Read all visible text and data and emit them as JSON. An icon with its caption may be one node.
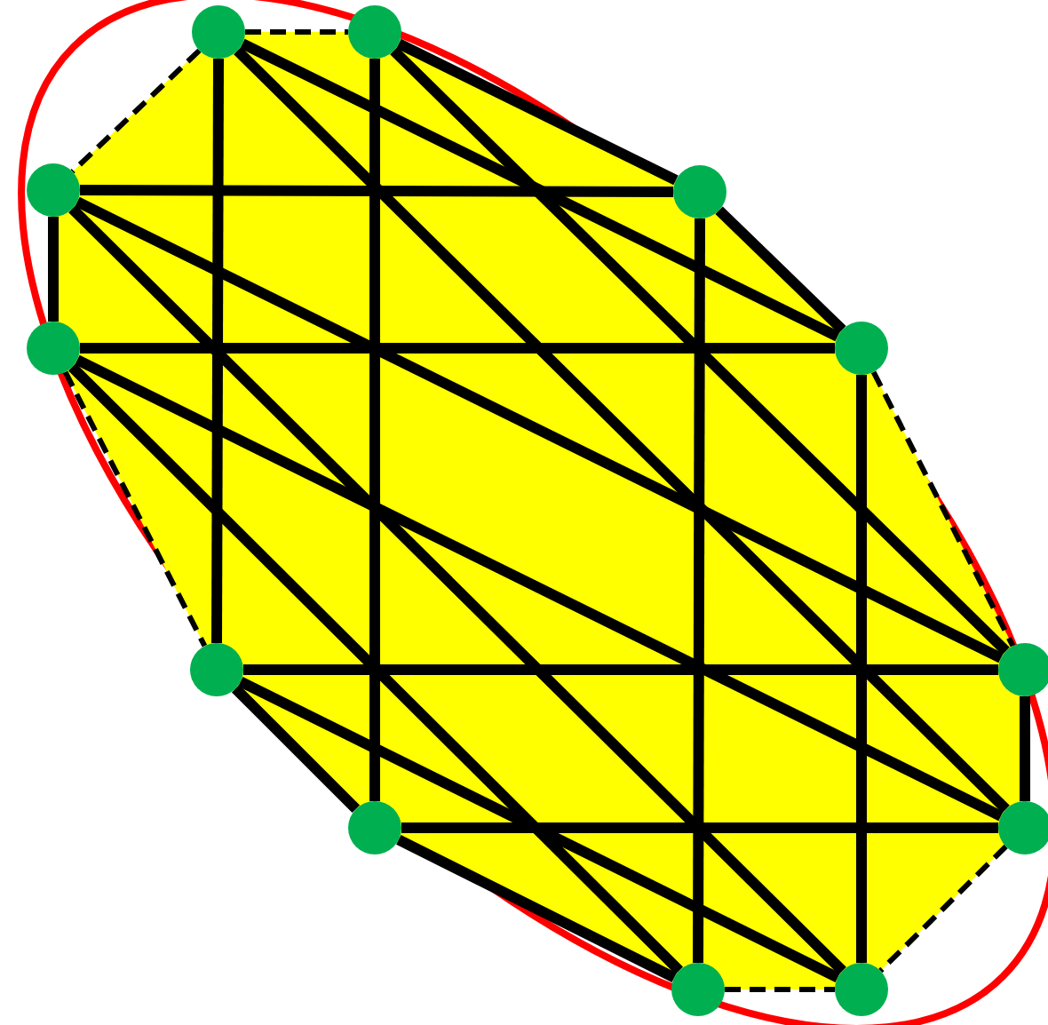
{
  "diagram": {
    "nodes": [
      {
        "text": [],
        "shape": "circle"
      },
      {
        "text": [],
        "shape": "circle"
      },
      {
        "text": [],
        "shape": "circle"
      },
      {
        "text": [],
        "shape": "circle"
      },
      {
        "text": [],
        "shape": "circle"
      },
      {
        "text": [],
        "shape": "circle"
      },
      {
        "text": [],
        "shape": "circle"
      },
      {
        "text": [],
        "shape": "circle"
      },
      {
        "text": [],
        "shape": "circle"
      },
      {
        "text": [],
        "shape": "circle"
      },
      {
        "text": [],
        "shape": "circle"
      },
      {
        "text": [],
        "shape": "circle"
      }
    ],
    "edges": [
      {
        "from": 0,
        "to": 1,
        "arrow": "none",
        "style": "dashed"
      },
      {
        "from": 0,
        "to": 2,
        "arrow": "none",
        "style": "dashed"
      },
      {
        "from": 4,
        "to": 6,
        "arrow": "none",
        "style": "dashed"
      },
      {
        "from": 5,
        "to": 7,
        "arrow": "none",
        "style": "dashed"
      },
      {
        "from": 9,
        "to": 11,
        "arrow": "none",
        "style": "dashed"
      },
      {
        "from": 10,
        "to": 11,
        "arrow": "none",
        "style": "dashed"
      },
      {
        "from": 2,
        "to": 4,
        "arrow": "none"
      },
      {
        "from": 1,
        "to": 3,
        "arrow": "none"
      },
      {
        "from": 3,
        "to": 5,
        "arrow": "none"
      },
      {
        "from": 7,
        "to": 9,
        "arrow": "none"
      },
      {
        "from": 6,
        "to": 8,
        "arrow": "none"
      },
      {
        "from": 8,
        "to": 10,
        "arrow": "none"
      },
      {
        "from": 2,
        "to": 3,
        "arrow": "none"
      },
      {
        "from": 4,
        "to": 5,
        "arrow": "none"
      },
      {
        "from": 6,
        "to": 7,
        "arrow": "none"
      },
      {
        "from": 8,
        "to": 9,
        "arrow": "none"
      },
      {
        "from": 0,
        "to": 6,
        "arrow": "none"
      },
      {
        "from": 1,
        "to": 8,
        "arrow": "none"
      },
      {
        "from": 3,
        "to": 10,
        "arrow": "none"
      },
      {
        "from": 5,
        "to": 11,
        "arrow": "none"
      },
      {
        "from": 0,
        "to": 5,
        "arrow": "none"
      },
      {
        "from": 0,
        "to": 9,
        "arrow": "none"
      },
      {
        "from": 1,
        "to": 7,
        "arrow": "none"
      },
      {
        "from": 2,
        "to": 7,
        "arrow": "none"
      },
      {
        "from": 2,
        "to": 11,
        "arrow": "none"
      },
      {
        "from": 4,
        "to": 9,
        "arrow": "none"
      },
      {
        "from": 4,
        "to": 10,
        "arrow": "none"
      },
      {
        "from": 6,
        "to": 11,
        "arrow": "none"
      }
    ]
  }
}
